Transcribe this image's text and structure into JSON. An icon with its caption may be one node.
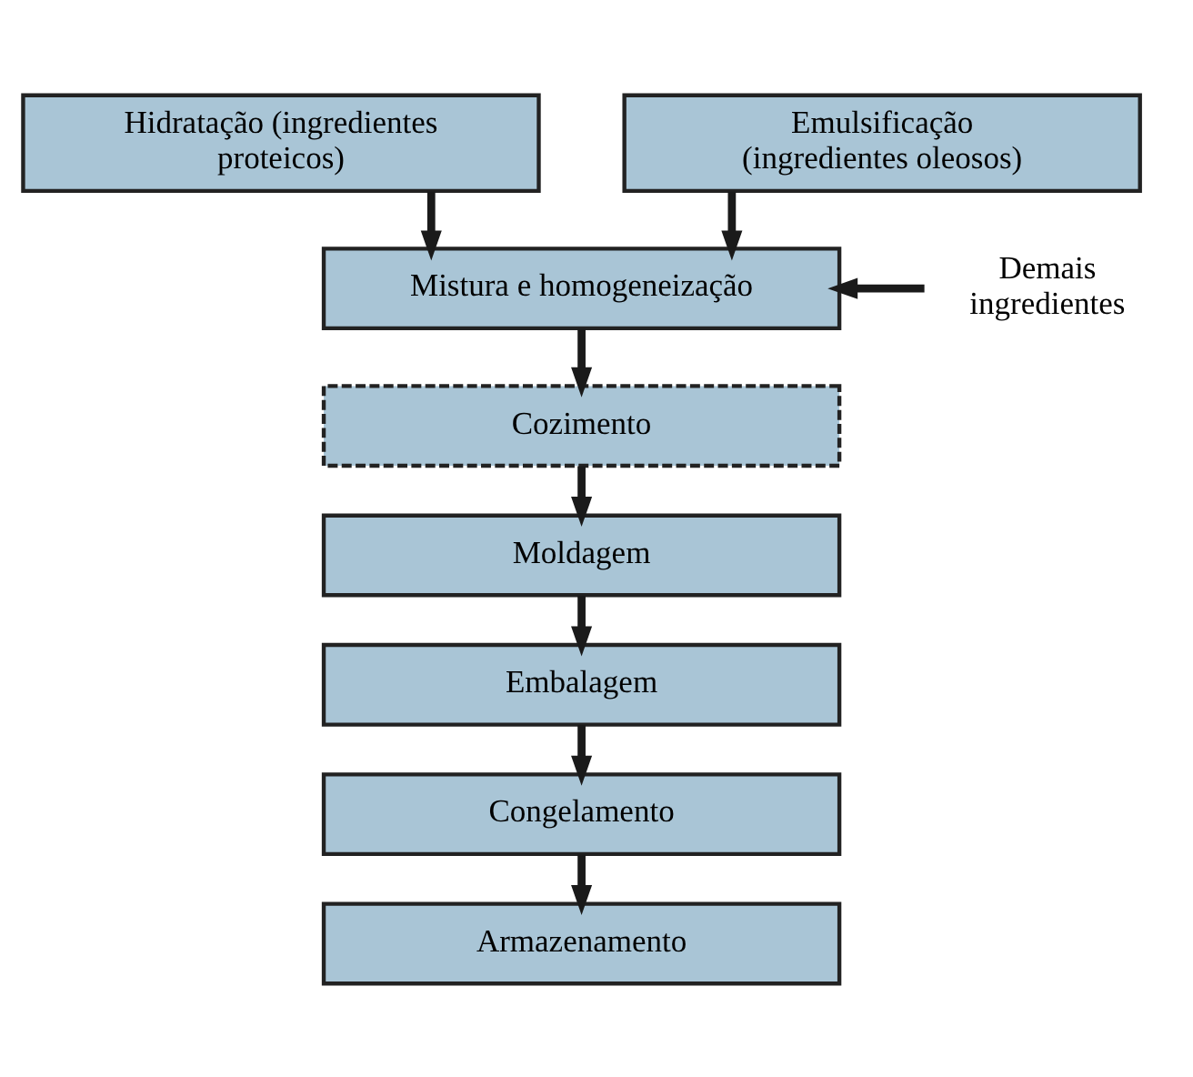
{
  "diagram": {
    "nodes": [
      {
        "text": [
          "Hidratação (ingredientes proteicos)"
        ]
      },
      {
        "text": [
          "Emulsificação (ingredientes oleosos)"
        ]
      },
      {
        "text": [
          "Mistura e homogeneização"
        ]
      },
      {
        "text": [
          "Cozimento"
        ]
      },
      {
        "text": [
          "Moldagem"
        ]
      },
      {
        "text": [
          "Embalagem"
        ]
      },
      {
        "text": [
          "Congelamento"
        ]
      },
      {
        "text": [
          "Armazenamento"
        ]
      },
      {
        "text": [
          "Demais ingredientes"
        ]
      }
    ],
    "edges": [
      {
        "from": 0,
        "to": 2,
        "arrow": "to"
      },
      {
        "from": 1,
        "to": 2,
        "arrow": "to"
      },
      {
        "from": 8,
        "to": 2,
        "arrow": "to"
      },
      {
        "from": 2,
        "to": 3,
        "arrow": "to"
      },
      {
        "from": 3,
        "to": 4,
        "arrow": "to"
      },
      {
        "from": 4,
        "to": 5,
        "arrow": "to"
      },
      {
        "from": 5,
        "to": 6,
        "arrow": "to"
      },
      {
        "from": 6,
        "to": 7,
        "arrow": "to"
      }
    ]
  }
}
